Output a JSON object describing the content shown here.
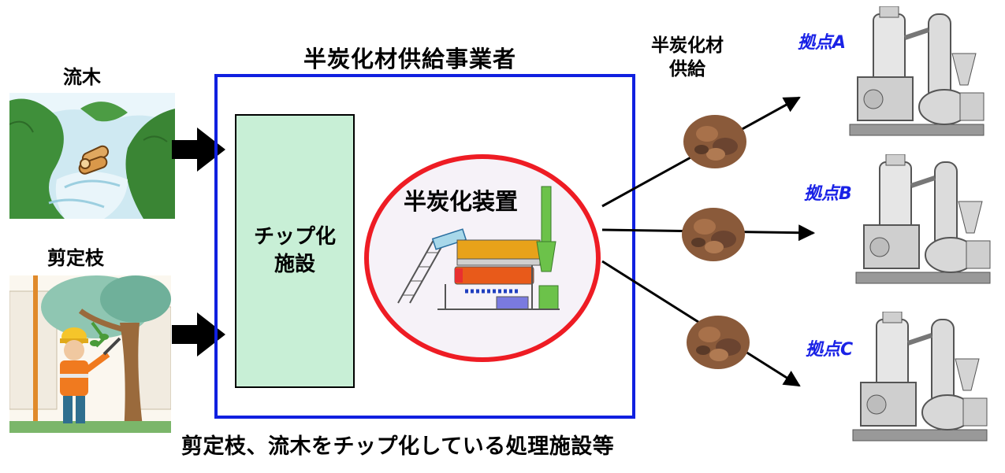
{
  "sources": {
    "driftwood_label": "流木",
    "pruned_label": "剪定枝"
  },
  "supplier": {
    "title": "半炭化材供給事業者",
    "chip_facility_line1": "チップ化",
    "chip_facility_line2": "施設",
    "device_label": "半炭化装置",
    "caption": "剪定枝、流木をチップ化している処理施設等"
  },
  "supply": {
    "label_line1": "半炭化材",
    "label_line2": "供給"
  },
  "bases": [
    {
      "label": "拠点A"
    },
    {
      "label": "拠点B"
    },
    {
      "label": "拠点C"
    }
  ],
  "colors": {
    "box_border": "#1020e0",
    "circle_border": "#ee1c24",
    "chip_fill": "#c8efd6",
    "base_label": "#1a22e6"
  }
}
